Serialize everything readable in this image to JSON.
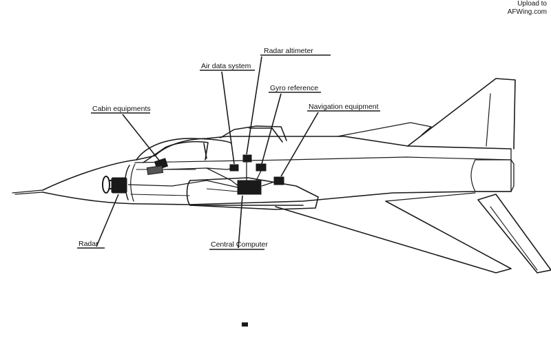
{
  "credit": {
    "line1": "Upload to",
    "line2": "AFWing.com"
  },
  "labels": {
    "radar_altimeter": "Radar altimeter",
    "air_data_system": "Air data system",
    "gyro_reference": "Gyro reference",
    "cabin_equipments": "Cabin equipments",
    "navigation_equipment": "Navigation equipment",
    "radar": "Radar",
    "central_computer": "Central Computer"
  }
}
